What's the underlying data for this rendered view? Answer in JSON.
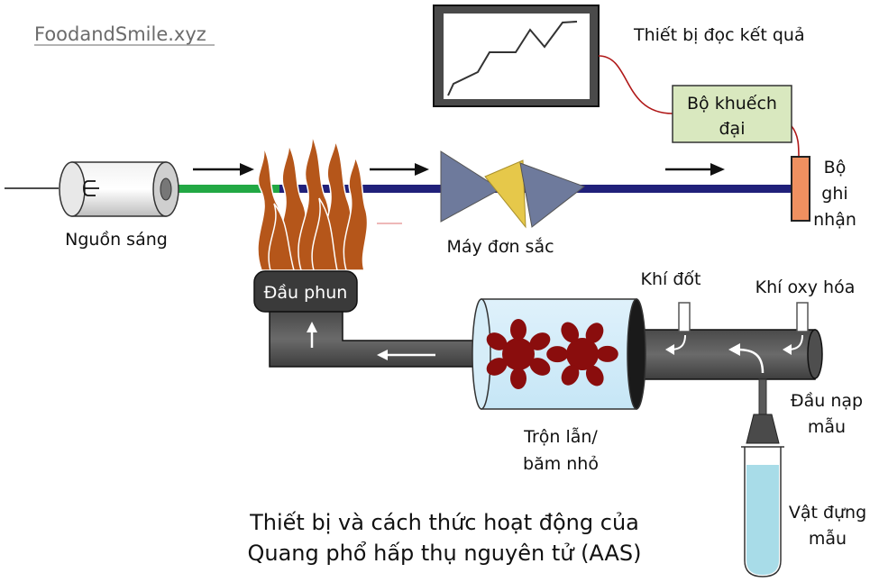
{
  "watermark": "FoodandSmile.xyz",
  "labels": {
    "readout": "Thiết bị đọc kết quả",
    "amplifier_line1": "Bộ khuếch",
    "amplifier_line2": "đại",
    "detector_line1": "Bộ",
    "detector_line2": "ghi",
    "detector_line3": "nhận",
    "light_source": "Nguồn sáng",
    "monochromator": "Máy đơn sắc",
    "nebulizer": "Đầu phun",
    "fuel_gas": "Khí đốt",
    "oxidant_gas": "Khí oxy hóa",
    "sample_inlet_line1": "Đầu nạp",
    "sample_inlet_line2": "mẫu",
    "mixer_line1": "Trộn lẫn/",
    "mixer_line2": "băm nhỏ",
    "sample_container_line1": "Vật đựng",
    "sample_container_line2": "mẫu"
  },
  "caption": {
    "line1": "Thiết bị và cách thức hoạt động của",
    "line2": "Quang phổ hấp thụ nguyên tử (AAS)"
  },
  "colors": {
    "beam_green": "#22a844",
    "beam_blue": "#20207a",
    "flame": "#b5561a",
    "amplifier_fill": "#d9e8bf",
    "detector_fill": "#ef9060",
    "sample_liquid": "#a8dce8",
    "wire_red": "#b01818",
    "pipe_gray": "#555555",
    "rotor_red": "#8a0d0d",
    "prism_blue": "#6e7a9c",
    "prism_yellow": "#e6c84a"
  },
  "icons": [
    "lamp-icon",
    "flame-icon",
    "prism-icon",
    "monitor-icon",
    "rotor-icon",
    "test-tube-icon"
  ]
}
